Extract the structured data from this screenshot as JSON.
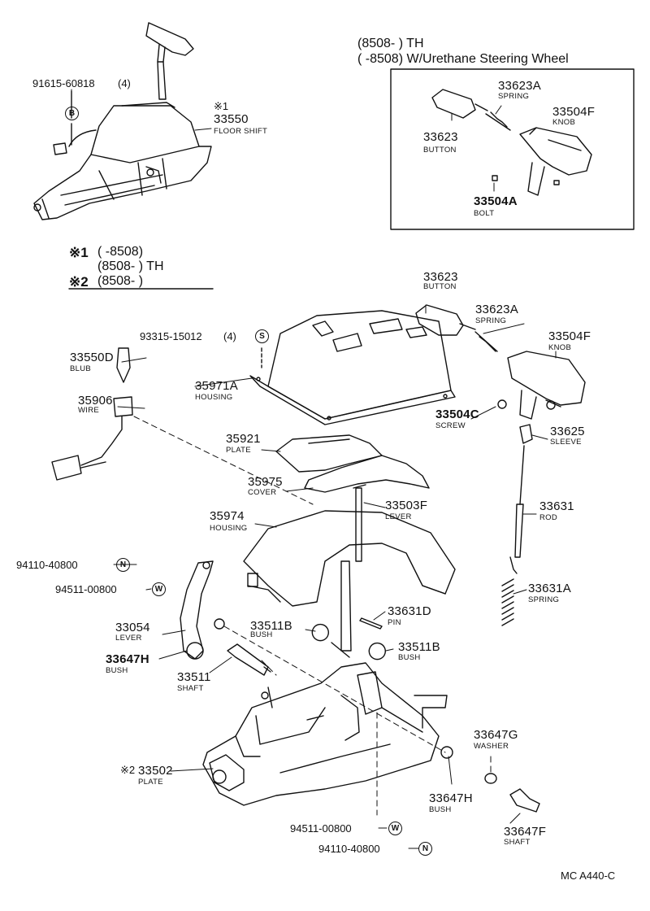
{
  "variant_box": {
    "header_line1": "(8508-      ) TH",
    "header_line2": "(       -8508) W/Urethane Steering Wheel"
  },
  "notes": {
    "mark1": "※1",
    "mark1_range": "(       -8508)",
    "mark1_th": "(8508-      ) TH",
    "mark2": "※2",
    "mark2_range": "(8508-      )"
  },
  "parts": [
    {
      "id": "p91615",
      "number": "91615-60818",
      "qty": "(4)",
      "symbol": "B"
    },
    {
      "id": "p33550",
      "mark": "※1",
      "number": "33550",
      "name": "FLOOR SHIFT"
    },
    {
      "id": "p33623A_top",
      "number": "33623A",
      "name": "SPRING"
    },
    {
      "id": "p33504F_top",
      "number": "33504F",
      "name": "KNOB"
    },
    {
      "id": "p33623_top",
      "number": "33623",
      "name": "BUTTON"
    },
    {
      "id": "p33504A",
      "number": "33504A",
      "name": "BOLT"
    },
    {
      "id": "p33623",
      "number": "33623",
      "name": "BUTTON"
    },
    {
      "id": "p93315",
      "number": "93315-15012",
      "qty": "(4)",
      "symbol": "S"
    },
    {
      "id": "p33623A",
      "number": "33623A",
      "name": "SPRING"
    },
    {
      "id": "p33504F",
      "number": "33504F",
      "name": "KNOB"
    },
    {
      "id": "p33550D",
      "number": "33550D",
      "name": "BLUB"
    },
    {
      "id": "p35971A",
      "number": "35971A",
      "name": "HOUSING"
    },
    {
      "id": "p35906",
      "number": "35906",
      "name": "WIRE"
    },
    {
      "id": "p33504C",
      "number": "33504C",
      "name": "SCREW"
    },
    {
      "id": "p33625",
      "number": "33625",
      "name": "SLEEVE"
    },
    {
      "id": "p35921",
      "number": "35921",
      "name": "PLATE"
    },
    {
      "id": "p35975",
      "number": "35975",
      "name": "COVER"
    },
    {
      "id": "p33503F",
      "number": "33503F",
      "name": "LEVER"
    },
    {
      "id": "p33631",
      "number": "33631",
      "name": "ROD"
    },
    {
      "id": "p35974",
      "number": "35974",
      "name": "HOUSING"
    },
    {
      "id": "p94110_a",
      "number": "94110-40800",
      "symbol": "N"
    },
    {
      "id": "p94511_a",
      "number": "94511-00800",
      "symbol": "W"
    },
    {
      "id": "p33631A",
      "number": "33631A",
      "name": "SPRING"
    },
    {
      "id": "p33631D",
      "number": "33631D",
      "name": "PIN"
    },
    {
      "id": "p33054",
      "number": "33054",
      "name": "LEVER"
    },
    {
      "id": "p33511B_l",
      "number": "33511B",
      "name": "BUSH"
    },
    {
      "id": "p33511B_r",
      "number": "33511B",
      "name": "BUSH"
    },
    {
      "id": "p33647H_l",
      "number": "33647H",
      "name": "BUSH"
    },
    {
      "id": "p33511",
      "number": "33511",
      "name": "SHAFT"
    },
    {
      "id": "p33647G",
      "number": "33647G",
      "name": "WASHER"
    },
    {
      "id": "p33502",
      "mark": "※2",
      "number": "33502",
      "name": "PLATE"
    },
    {
      "id": "p33647H_r",
      "number": "33647H",
      "name": "BUSH"
    },
    {
      "id": "p33647F",
      "number": "33647F",
      "name": "SHAFT"
    },
    {
      "id": "p94511_b",
      "number": "94511-00800",
      "symbol": "W"
    },
    {
      "id": "p94110_b",
      "number": "94110-40800",
      "symbol": "N"
    }
  ],
  "footer": {
    "code": "MC A440-C"
  }
}
